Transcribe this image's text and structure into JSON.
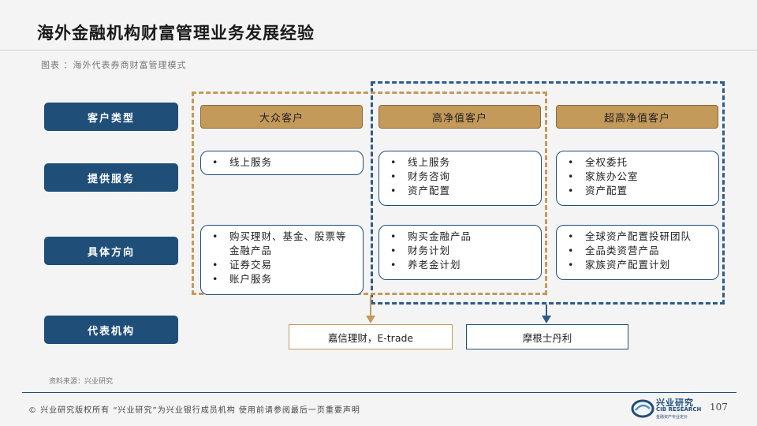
{
  "title": "海外金融机构财富管理业务发展经验",
  "caption": "图表 ：海外代表券商财富管理模式",
  "row_labels": {
    "customer_type": "客户类型",
    "services": "提供服务",
    "direction": "具体方向",
    "institution": "代表机构"
  },
  "columns": [
    {
      "header": "大众客户",
      "services": [
        "线上服务"
      ],
      "direction": [
        "购买理财、基金、股票等金融产品",
        "证券交易",
        "账户服务"
      ]
    },
    {
      "header": "高净值客户",
      "services": [
        "线上服务",
        "财务咨询",
        "资产配置"
      ],
      "direction": [
        "购买金融产品",
        "财务计划",
        "养老金计划"
      ]
    },
    {
      "header": "超高净值客户",
      "services": [
        "全权委托",
        "家族办公室",
        "资产配置"
      ],
      "direction": [
        "全球资产配置投研团队",
        "全品类资营产品",
        "家族资产配置计划"
      ]
    }
  ],
  "institutions": {
    "left": "嘉信理财，E-trade",
    "right": "摩根士丹利"
  },
  "source": "资料来源：兴业研究",
  "footer": {
    "copyright": "©  兴业研究版权所有  “兴业研究”为兴业银行成员机构  使用前请参阅最后一页重要声明",
    "logo_name": "兴业研究",
    "logo_en": "CIB RESEARCH",
    "logo_sub": "金融资产专业定价",
    "page": "107"
  },
  "colors": {
    "navy": "#1f4e79",
    "gold": "#c49a5a",
    "blue_dash": "#2e5c8a"
  }
}
